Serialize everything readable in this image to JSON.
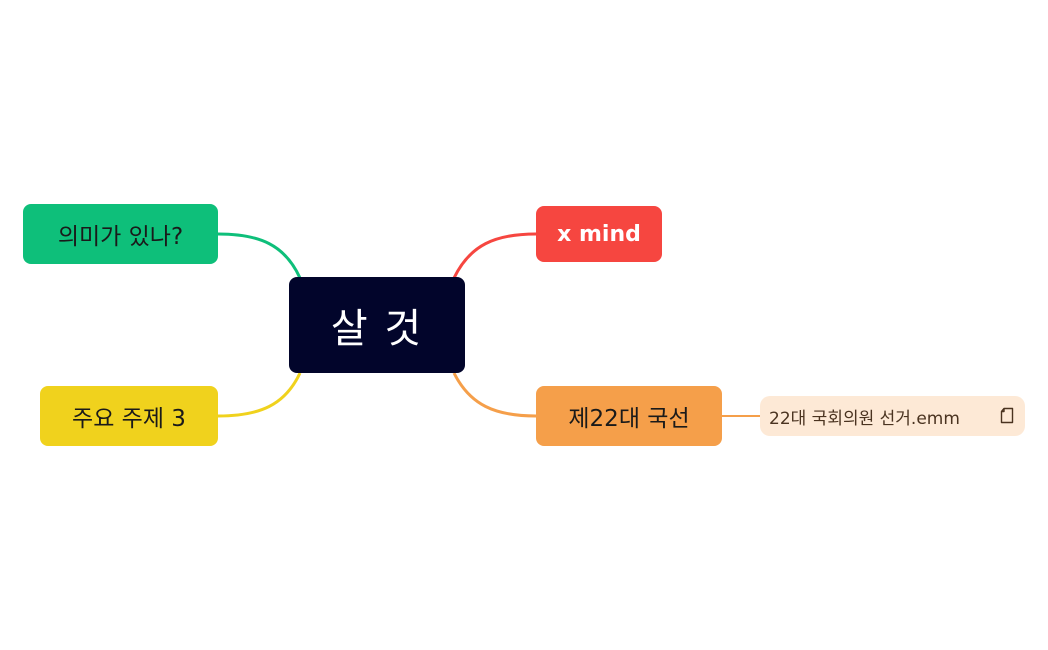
{
  "mindmap": {
    "central": {
      "label": "살 것",
      "color": "#02052b"
    },
    "topics": [
      {
        "label": "의미가 있나?",
        "color": "#0ebf7a"
      },
      {
        "label": "주요 주제 3",
        "color": "#f0d21d"
      },
      {
        "label": "x mind",
        "color": "#f64640"
      },
      {
        "label": "제22대 국선",
        "color": "#f59f4a",
        "children": [
          {
            "label": "22대 국회의원 선거.emm",
            "icon": "file-icon",
            "color": "#fde9d6"
          }
        ]
      }
    ]
  }
}
